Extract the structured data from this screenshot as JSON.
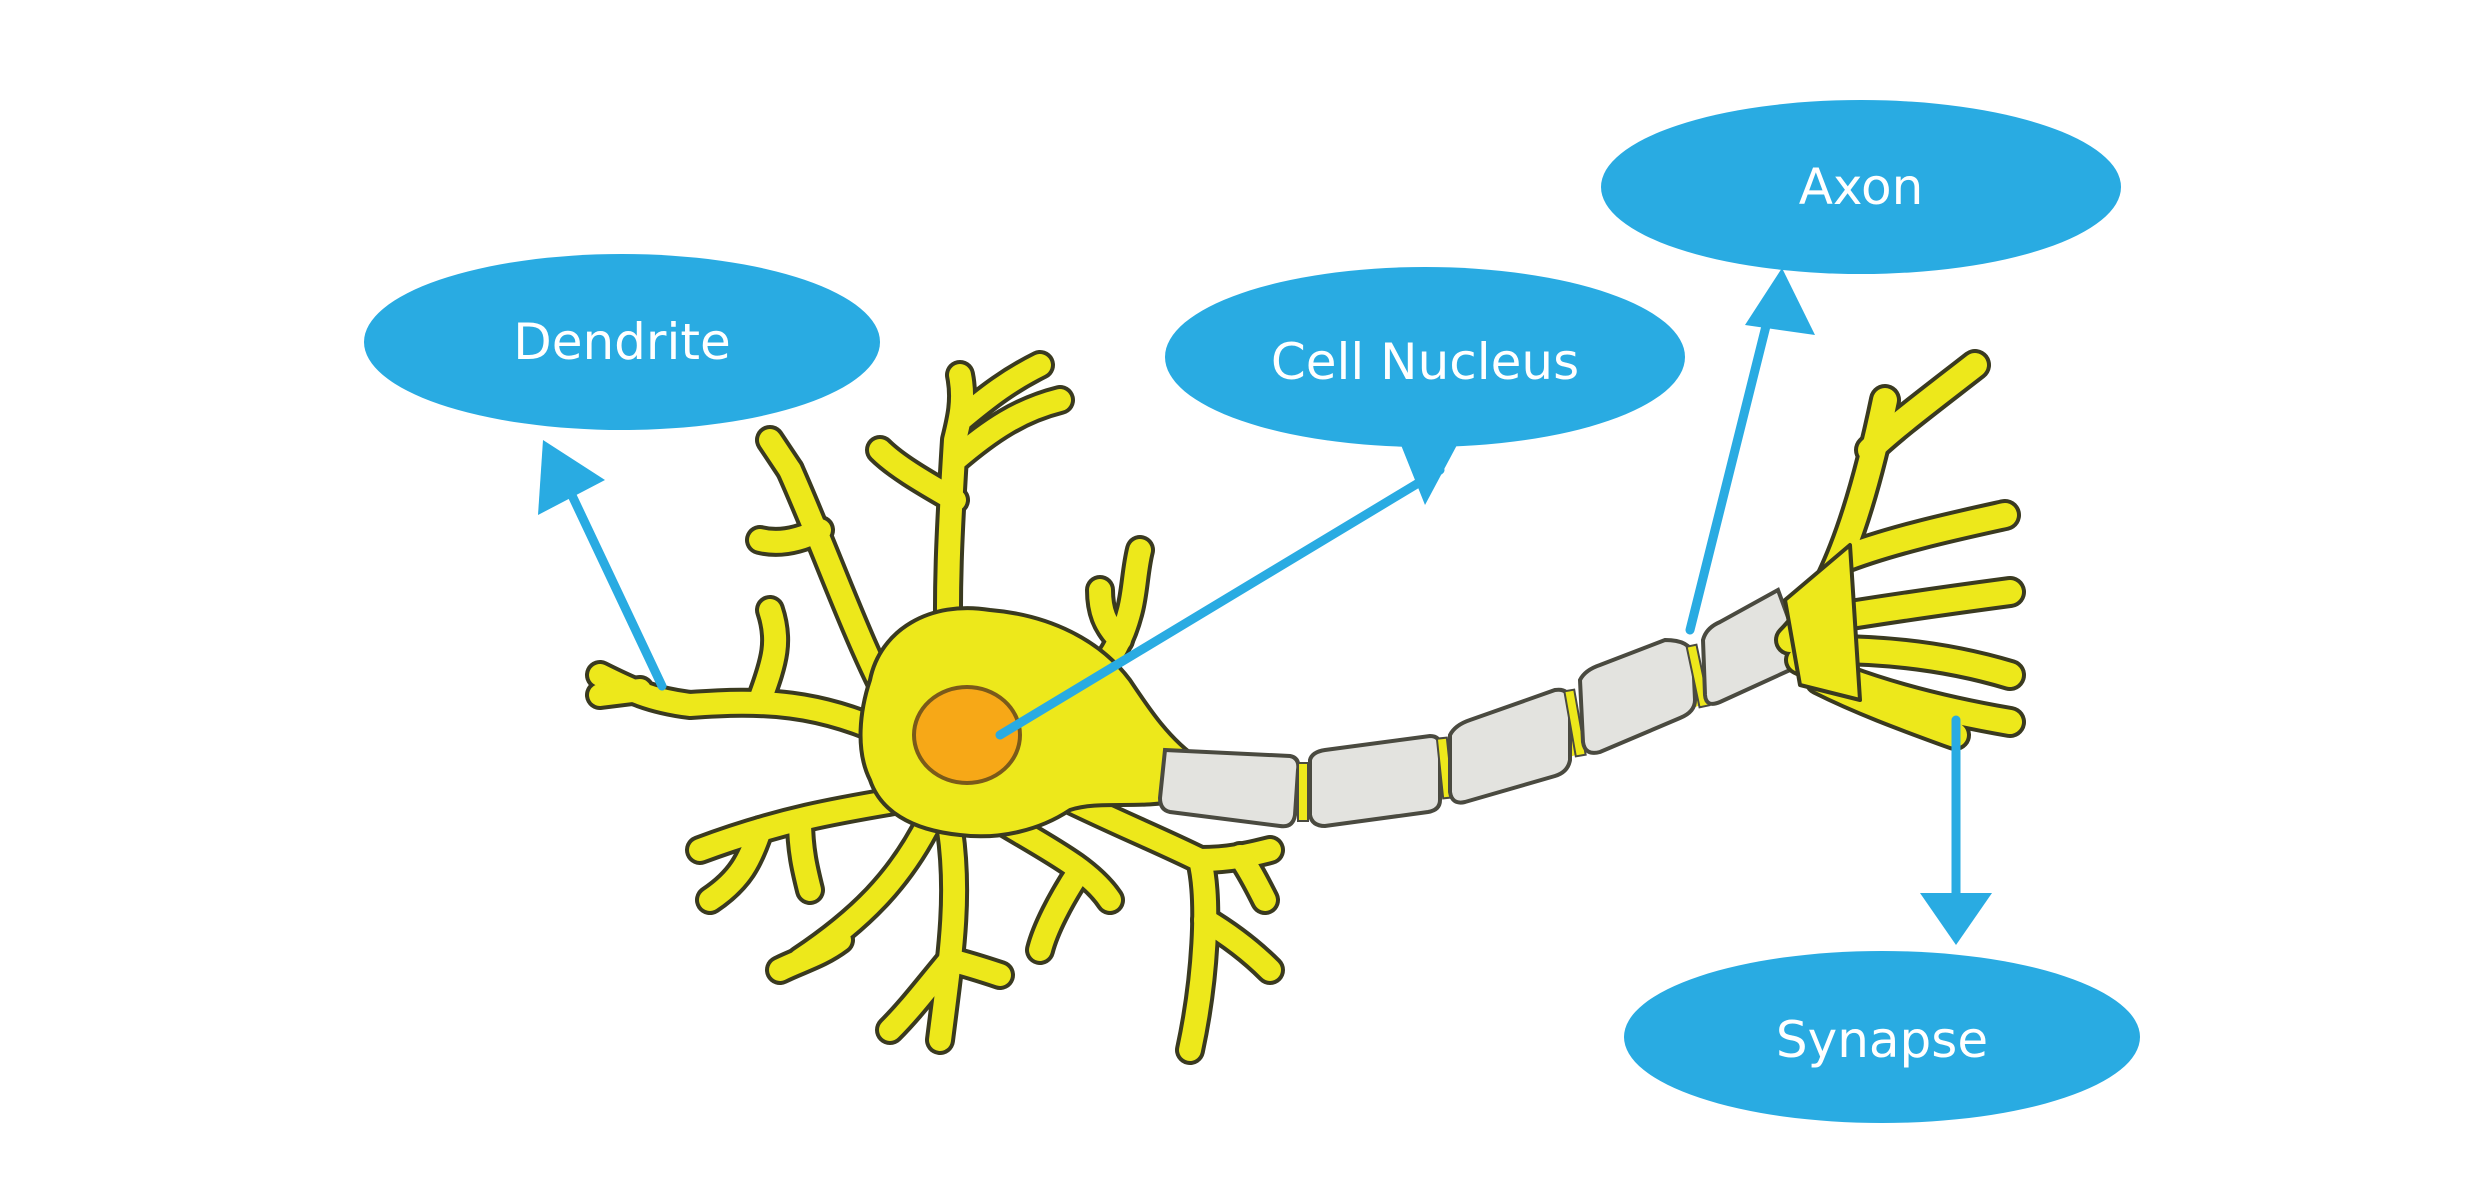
{
  "diagram": {
    "title": "Neuron structure",
    "colors": {
      "label_bubble": "#29abe2",
      "label_text": "#ffffff",
      "cell_body": "#ede81b",
      "nucleus": "#f7a817",
      "myelin_sheath": "#e3e3df",
      "outline": "#3a3a20"
    },
    "labels": {
      "dendrite": "Dendrite",
      "cell_nucleus": "Cell Nucleus",
      "axon": "Axon",
      "synapse": "Synapse"
    },
    "components": [
      "dendrites",
      "cell-body",
      "nucleus",
      "axon-with-myelin-sheath",
      "axon-terminals"
    ],
    "myelin_segments": 5
  }
}
